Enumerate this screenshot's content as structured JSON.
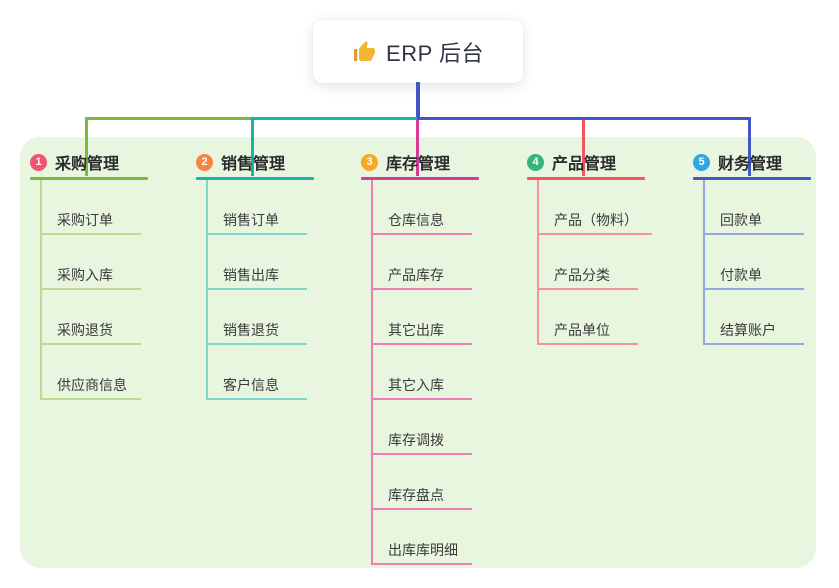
{
  "root": {
    "label": "ERP 后台",
    "icon": "thumbs-up-icon",
    "icon_color": "#f2b632",
    "line_color": "#4356c6"
  },
  "canvas": {
    "background": "#ffffff",
    "panel_color": "#e8f5df",
    "text_color": "#3b3b3b"
  },
  "branches": [
    {
      "number": "1",
      "label": "采购管理",
      "badge_color": "#f4526e",
      "line_color": "#7cb93f",
      "light_color": "#b9dc92",
      "items": [
        "采购订单",
        "采购入库",
        "采购退货",
        "供应商信息"
      ]
    },
    {
      "number": "2",
      "label": "销售管理",
      "badge_color": "#f68540",
      "line_color": "#13b5ac",
      "light_color": "#83d6cf",
      "items": [
        "销售订单",
        "销售出库",
        "销售退货",
        "客户信息"
      ]
    },
    {
      "number": "3",
      "label": "库存管理",
      "badge_color": "#f8a823",
      "line_color": "#d83a96",
      "light_color": "#f07eb6",
      "items": [
        "仓库信息",
        "产品库存",
        "其它出库",
        "其它入库",
        "库存调拨",
        "库存盘点",
        "出库库明细"
      ]
    },
    {
      "number": "4",
      "label": "产品管理",
      "badge_color": "#33b679",
      "line_color": "#f4555e",
      "light_color": "#f7919b",
      "items": [
        "产品（物料）",
        "产品分类",
        "产品单位"
      ]
    },
    {
      "number": "5",
      "label": "财务管理",
      "badge_color": "#2fa7e0",
      "line_color": "#4356c6",
      "light_color": "#93a9dd",
      "items": [
        "回款单",
        "付款单",
        "结算账户"
      ]
    }
  ]
}
